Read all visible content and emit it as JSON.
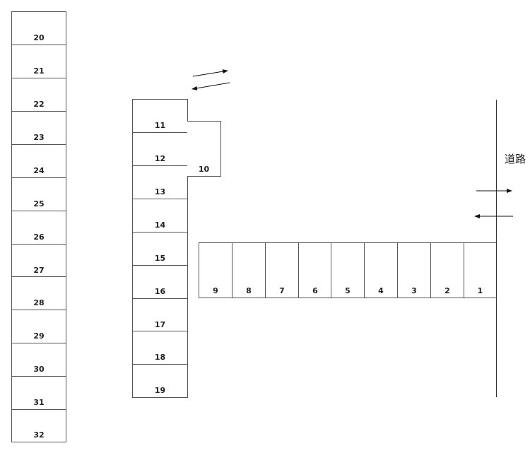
{
  "road": {
    "label": "道路"
  },
  "left_column": [
    "20",
    "21",
    "22",
    "23",
    "24",
    "25",
    "26",
    "27",
    "28",
    "29",
    "30",
    "31",
    "32"
  ],
  "middle_column": [
    "11",
    "12",
    "13",
    "14",
    "15",
    "16",
    "17",
    "18",
    "19"
  ],
  "side_stall": "10",
  "bottom_row": [
    "9",
    "8",
    "7",
    "6",
    "5",
    "4",
    "3",
    "2",
    "1"
  ],
  "arrows": [
    {
      "name": "entry-arrow-upper-right",
      "direction": "right"
    },
    {
      "name": "exit-arrow-upper-left",
      "direction": "left"
    },
    {
      "name": "road-arrow-right",
      "direction": "right"
    },
    {
      "name": "road-arrow-left",
      "direction": "left"
    }
  ]
}
